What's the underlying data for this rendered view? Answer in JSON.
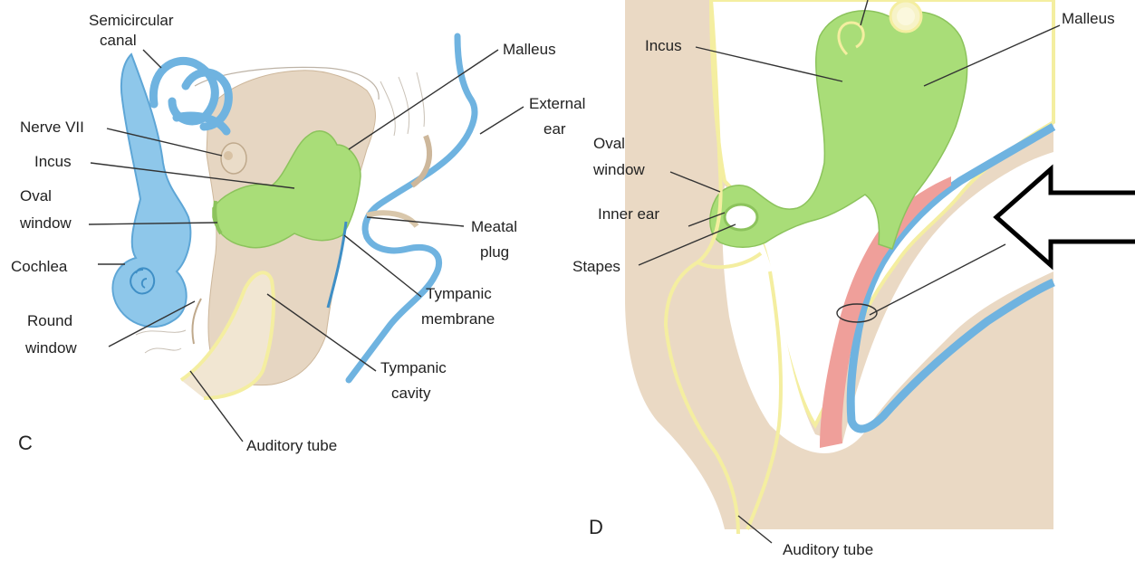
{
  "panel_c": {
    "letter": "C",
    "labels": {
      "semicircular_canal_1": "Semicircular",
      "semicircular_canal_2": "canal",
      "nerve_vii": "Nerve VII",
      "incus": "Incus",
      "oval_window_1": "Oval",
      "oval_window_2": "window",
      "cochlea": "Cochlea",
      "round_window_1": "Round",
      "round_window_2": "window",
      "malleus": "Malleus",
      "external_ear_1": "External",
      "external_ear_2": "ear",
      "meatal_plug_1": "Meatal",
      "meatal_plug_2": "plug",
      "tympanic_membrane_1": "Tympanic",
      "tympanic_membrane_2": "membrane",
      "tympanic_cavity_1": "Tympanic",
      "tympanic_cavity_2": "cavity",
      "auditory_tube": "Auditory tube"
    }
  },
  "panel_d": {
    "letter": "D",
    "labels": {
      "incus": "Incus",
      "malleus": "Malleus",
      "oval_window_1": "Oval",
      "oval_window_2": "window",
      "inner_ear": "Inner ear",
      "stapes": "Stapes",
      "auditory_tube": "Auditory tube"
    }
  },
  "colors": {
    "bone_green": "#a9dd78",
    "canal_blue": "#8ec7ea",
    "tissue_tan": "#e6d6c2",
    "membrane_pink": "#ef9f9a",
    "outline_yellow": "#f4eea0"
  }
}
